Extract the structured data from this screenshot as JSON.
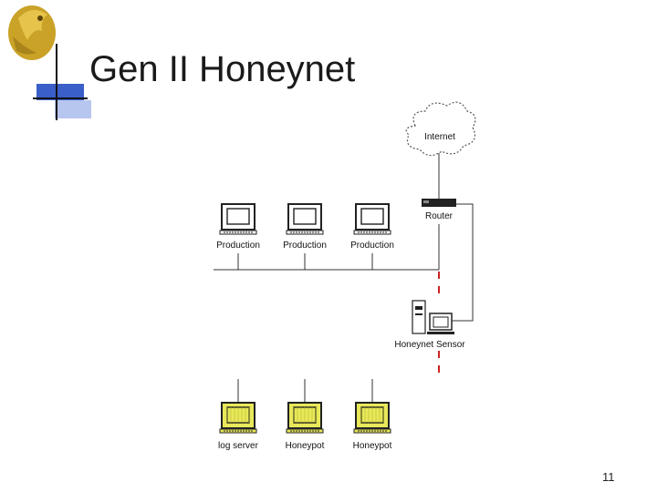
{
  "slide": {
    "title": "Gen II Honeynet",
    "page_number": "11"
  },
  "diagram": {
    "internet_label": "Internet",
    "router_label": "Router",
    "sensor_label": "Honeynet Sensor",
    "production_hosts": [
      {
        "label": "Production"
      },
      {
        "label": "Production"
      },
      {
        "label": "Production"
      }
    ],
    "honeynet_hosts": [
      {
        "label": "log server"
      },
      {
        "label": "Honeypot"
      },
      {
        "label": "Honeypot"
      }
    ],
    "colors": {
      "production_screen": "#ffffff",
      "honeynet_screen": "#e8e85a",
      "dashed_link": "#cc2222",
      "decor_blue": "#3a5fc8",
      "logo_gold": "#c9a227"
    }
  }
}
